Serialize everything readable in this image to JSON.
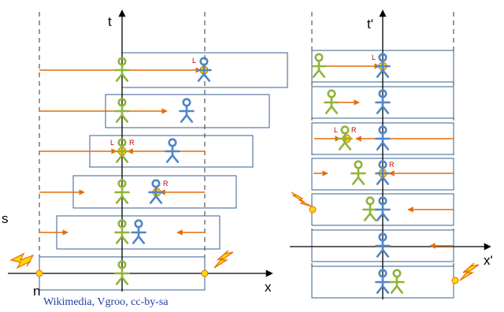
{
  "left_panel": {
    "time_axis_label": "t",
    "space_axis_label": "x",
    "frame_markers": [
      "L",
      "R",
      "L",
      "R"
    ]
  },
  "right_panel": {
    "time_axis_label": "t'",
    "space_axis_label": "x'",
    "frame_markers": [
      "L",
      "L",
      "R",
      "R"
    ]
  },
  "edge_fragments": {
    "left_top": "s",
    "left_bottom": "n"
  },
  "credit": {
    "source": "Wikimedia, Vgroo,",
    "license": "cc-by-sa"
  },
  "colors": {
    "arrow": "#e36c0a",
    "observer_green": "#8fb43a",
    "observer_blue": "#4f86c6",
    "flash": "#ffd700",
    "box_stroke": "#365f91",
    "marker_text": "#c00000"
  }
}
